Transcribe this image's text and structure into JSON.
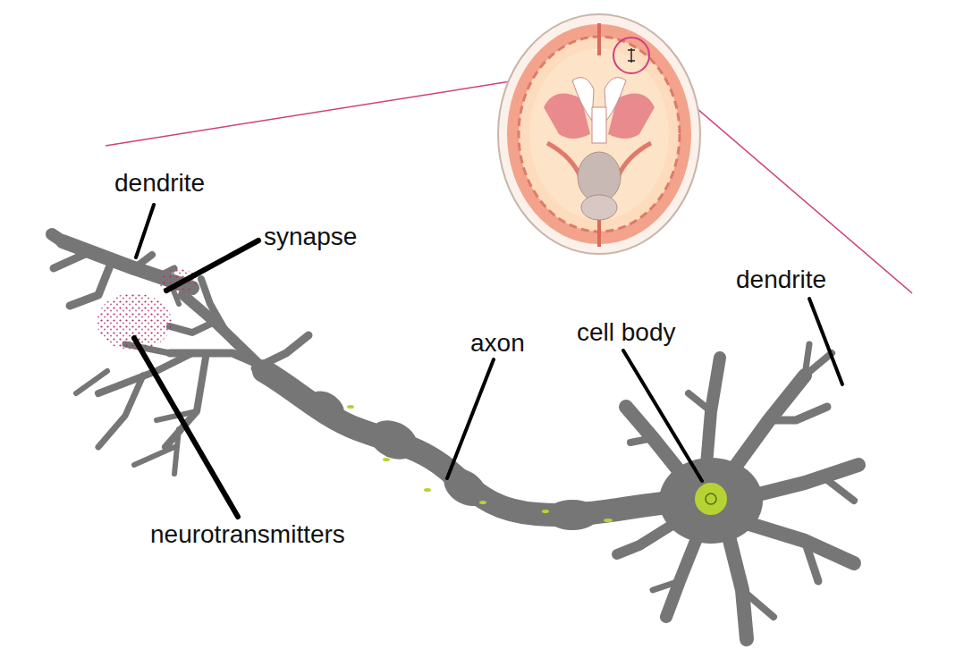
{
  "diagram": {
    "labels": [
      "dendrite",
      "synapse",
      "dendrite",
      "axon",
      "cell body",
      "neurotransmitters"
    ]
  }
}
